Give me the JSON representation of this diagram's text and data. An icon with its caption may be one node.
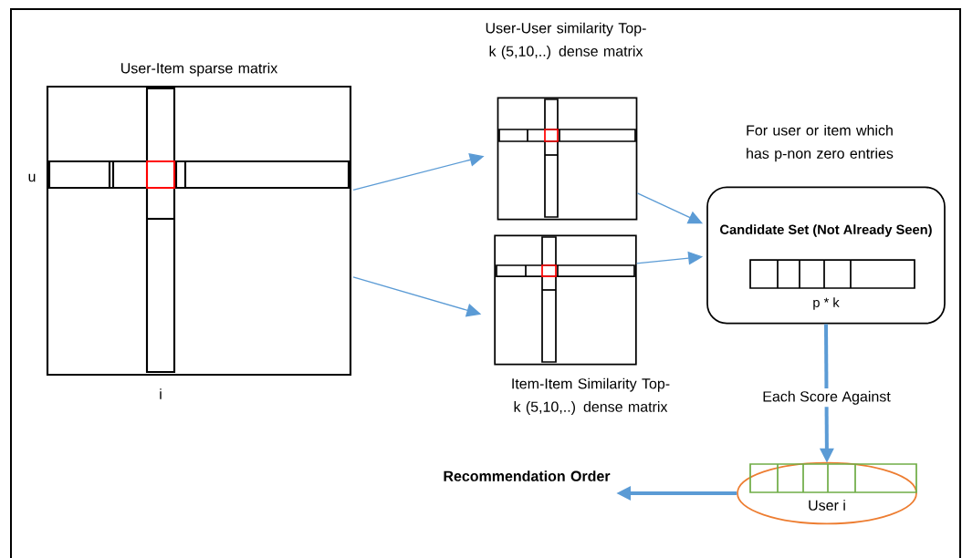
{
  "diagram": {
    "nodes": [
      {
        "text": [
          "User-Item sparse matrix"
        ]
      },
      {
        "text": [
          "User-User similarity Top-k (5,10,..) dense matrix"
        ]
      },
      {
        "text": [
          "Item-Item Similarity Top-k (5,10,..) dense matrix"
        ]
      },
      {
        "text": [
          "Candidate Set (Not Already Seen)",
          "p * k"
        ],
        "beside": [
          "For user or item which has p-non zero entries"
        ]
      },
      {
        "text": [
          "User i"
        ]
      },
      {
        "text": [
          "Recommendation Order"
        ]
      }
    ],
    "edges": [
      {
        "from": 0,
        "to": 1,
        "arrow": "to"
      },
      {
        "from": 0,
        "to": 2,
        "arrow": "to"
      },
      {
        "from": 1,
        "to": 3,
        "arrow": "to"
      },
      {
        "from": 2,
        "to": 3,
        "arrow": "to"
      },
      {
        "from": 3,
        "to": 4,
        "arrow": "to",
        "label": "Each Score Against",
        "style": "thick"
      },
      {
        "from": 4,
        "to": 5,
        "arrow": "to",
        "style": "thick"
      }
    ],
    "labels": [
      "u",
      "i"
    ]
  }
}
